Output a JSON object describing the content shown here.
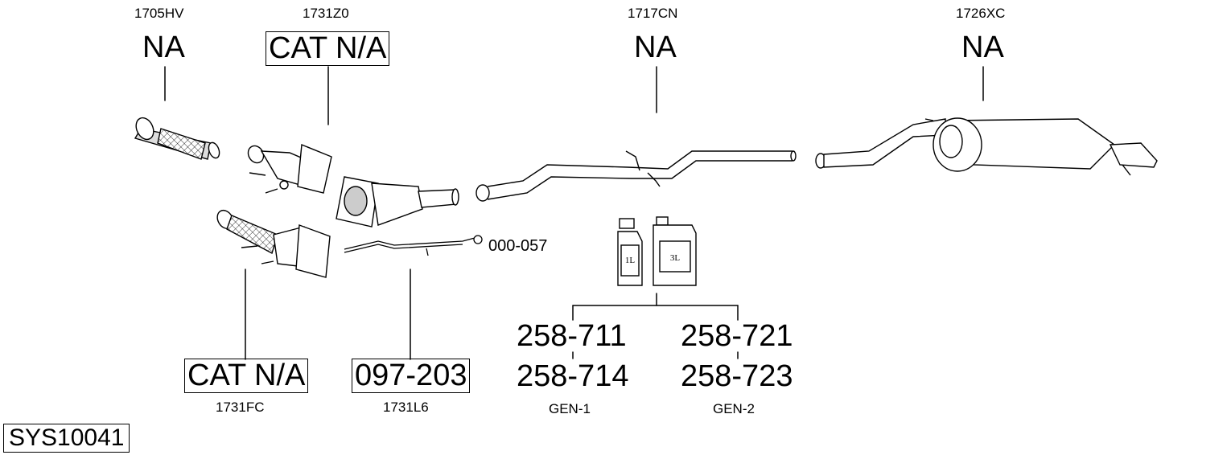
{
  "system_id": "SYS10041",
  "parts": {
    "p1705HV": {
      "code": "1705HV",
      "status": "NA"
    },
    "p1731Z0": {
      "code": "1731Z0",
      "status": "CAT N/A"
    },
    "p1717CN": {
      "code": "1717CN",
      "status": "NA"
    },
    "p1726XC": {
      "code": "1726XC",
      "status": "NA"
    },
    "p1731FC": {
      "code": "1731FC",
      "status": "CAT N/A"
    },
    "p1731L6": {
      "code": "1731L6",
      "status": "097-203"
    },
    "sensor": {
      "code": "000-057"
    }
  },
  "fluids": {
    "bottle_small_label": "1L",
    "bottle_large_label": "3L",
    "gen1": {
      "top": "258-711",
      "bottom": "258-714",
      "name": "GEN-1"
    },
    "gen2": {
      "top": "258-721",
      "bottom": "258-723",
      "name": "GEN-2"
    }
  }
}
